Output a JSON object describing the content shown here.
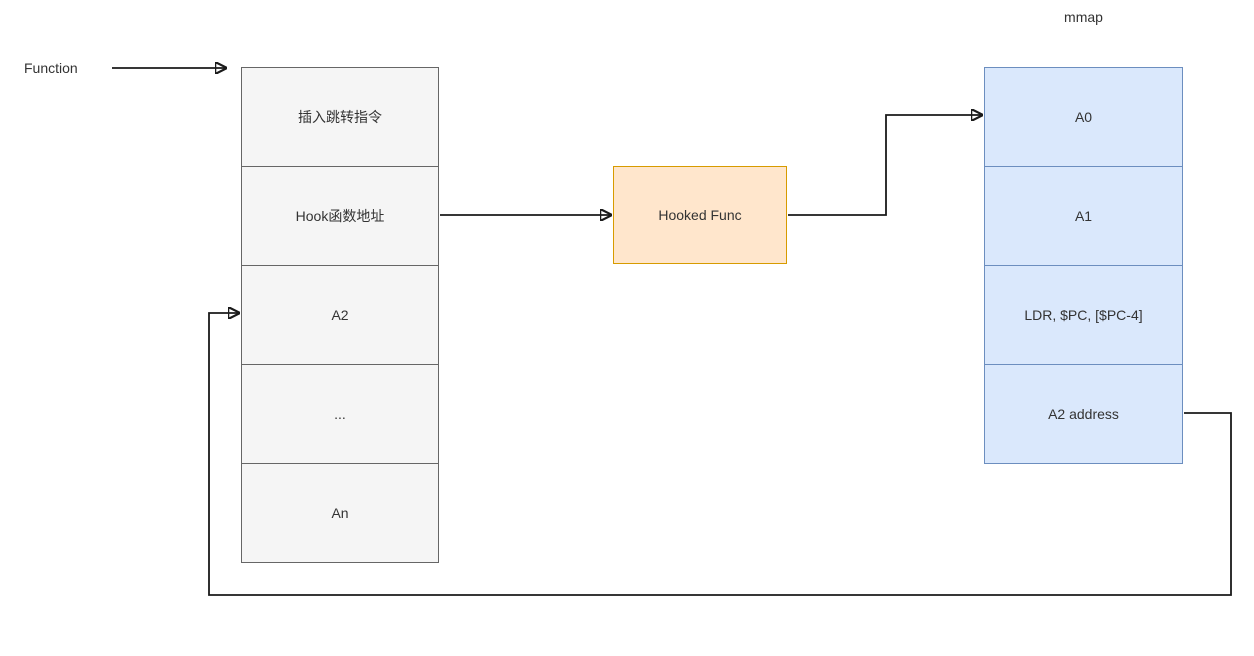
{
  "labels": {
    "function": "Function",
    "mmap": "mmap"
  },
  "function_table": {
    "cells": [
      "插入跳转指令",
      "Hook函数地址",
      "A2",
      "...",
      "An"
    ]
  },
  "hooked_func": {
    "label": "Hooked Func"
  },
  "mmap_table": {
    "cells": [
      "A0",
      "A1",
      "LDR, $PC, [$PC-4]",
      "A2 address"
    ]
  },
  "colors": {
    "function_table_fill": "#f5f5f5",
    "function_table_border": "#666666",
    "hooked_func_fill": "#ffe6cc",
    "hooked_func_border": "#d79b00",
    "mmap_table_fill": "#dae8fc",
    "mmap_table_border": "#6c8ebf",
    "arrow_stroke": "#1a1a1a",
    "text": "#333333"
  }
}
